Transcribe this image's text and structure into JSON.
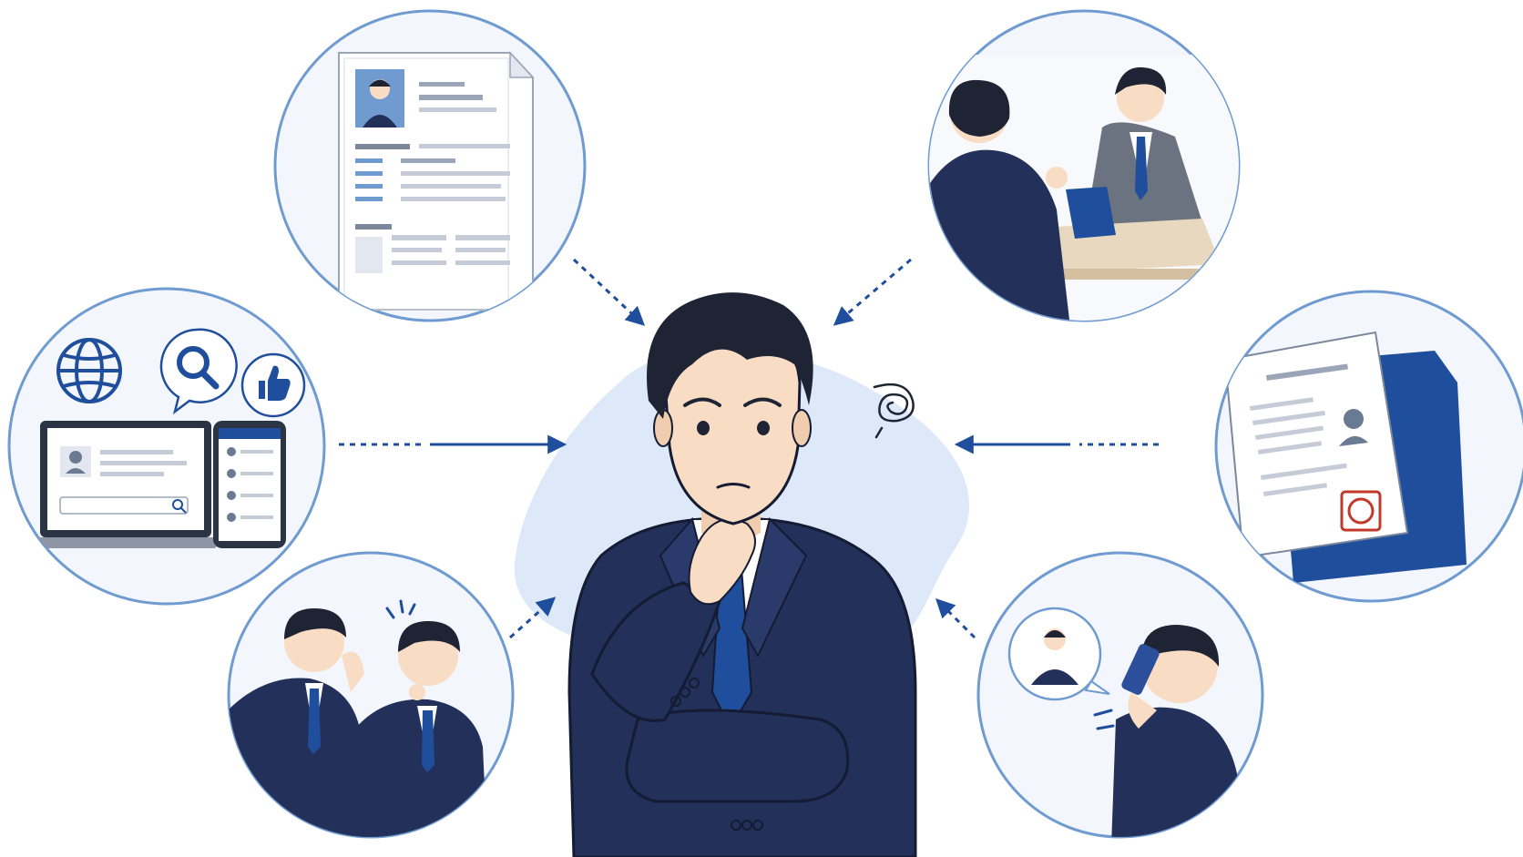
{
  "illustration": {
    "central_figure": "worried-businessman-icon",
    "sources": [
      {
        "id": "resume",
        "icon": "resume-document-icon"
      },
      {
        "id": "interview",
        "icon": "interview-meeting-icon"
      },
      {
        "id": "online-research",
        "icon": "web-search-icon"
      },
      {
        "id": "reference-letter",
        "icon": "official-document-icon"
      },
      {
        "id": "word-of-mouth",
        "icon": "whisper-colleagues-icon"
      },
      {
        "id": "phone-reference",
        "icon": "phone-call-icon"
      }
    ]
  },
  "colors": {
    "accent": "#1f4e9c",
    "circle_border": "#6f9bd1",
    "suit": "#22305a",
    "skin": "#f8dcc4",
    "blob": "#dde9f8",
    "seal": "#c0392b"
  }
}
